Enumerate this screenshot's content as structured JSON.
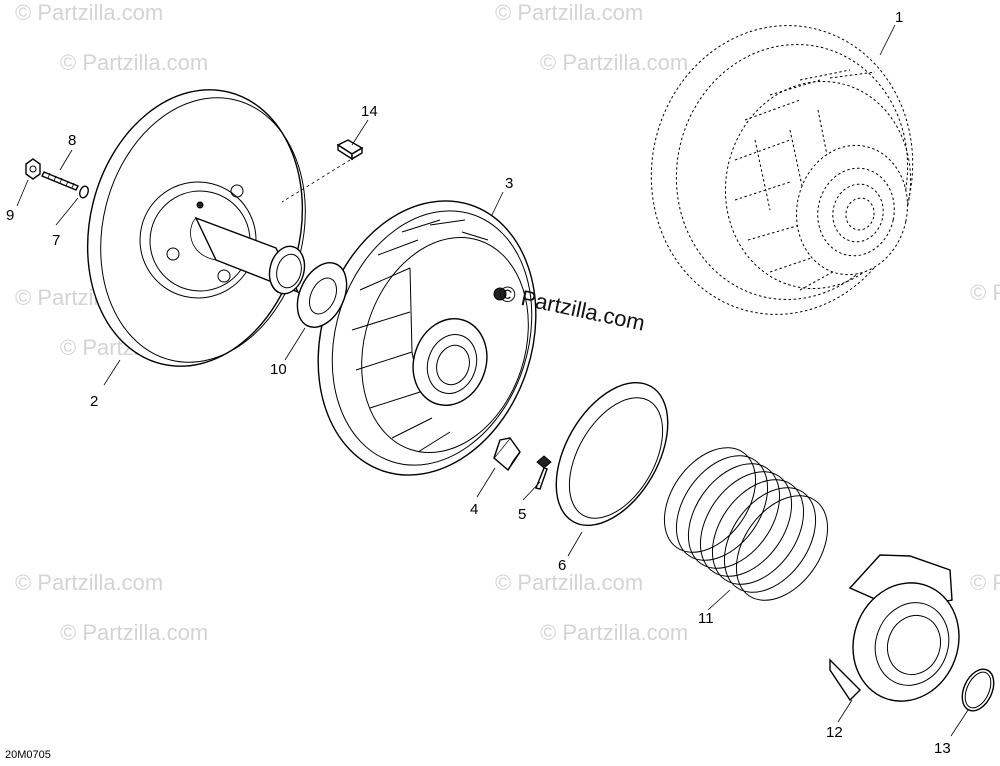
{
  "diagram": {
    "drawing_code": "20M0705",
    "brand_text": "© Partzilla.com",
    "watermark_text": "© Partzilla.com",
    "callouts": [
      {
        "id": "1",
        "text": "1"
      },
      {
        "id": "2",
        "text": "2"
      },
      {
        "id": "3",
        "text": "3"
      },
      {
        "id": "4",
        "text": "4"
      },
      {
        "id": "5",
        "text": "5"
      },
      {
        "id": "6",
        "text": "6"
      },
      {
        "id": "7",
        "text": "7"
      },
      {
        "id": "8",
        "text": "8"
      },
      {
        "id": "9",
        "text": "9"
      },
      {
        "id": "10",
        "text": "10"
      },
      {
        "id": "11",
        "text": "11"
      },
      {
        "id": "12",
        "text": "12"
      },
      {
        "id": "13",
        "text": "13"
      },
      {
        "id": "14",
        "text": "14"
      }
    ]
  }
}
